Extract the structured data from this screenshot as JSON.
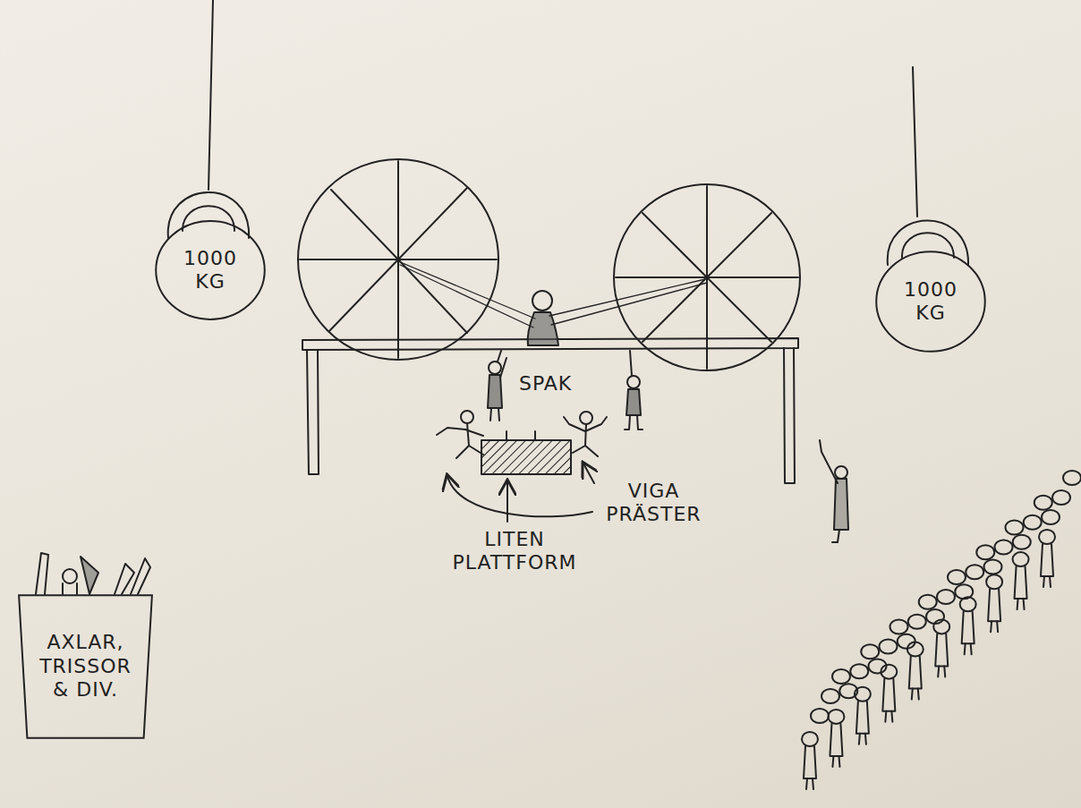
{
  "diagram": {
    "nodes": [
      {
        "text": [
          "1000 KG"
        ]
      },
      {
        "text": [
          "1000 KG"
        ]
      },
      {
        "text": [
          "AXLAR, TRISSOR & DIV."
        ]
      }
    ],
    "labels": [
      "SPAK",
      "LITEN PLATTFORM",
      "VIGA PRÄSTER"
    ]
  }
}
